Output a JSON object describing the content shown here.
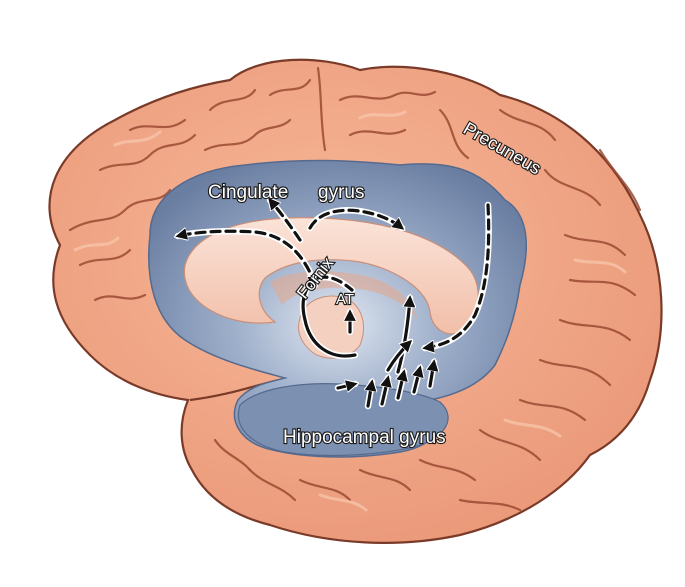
{
  "labels": {
    "cingulate": "Cingulate",
    "gyrus": "gyrus",
    "precuneus": "Precuneus",
    "fornix": "Fornix",
    "at": "AT",
    "hippocampal_gyrus": "Hippocampal gyrus"
  },
  "colors": {
    "cortex": "#f2a98a",
    "cortex_shadow": "#d9805f",
    "cortex_outline": "#7a3a28",
    "limbic_blue": "#6f83a6",
    "limbic_blue_light": "#b4c2d8",
    "corpus_callosum": "#f7d3c3",
    "arrow": "#111111"
  },
  "icons": {
    "arrowhead": "filled-triangle-arrowhead"
  }
}
